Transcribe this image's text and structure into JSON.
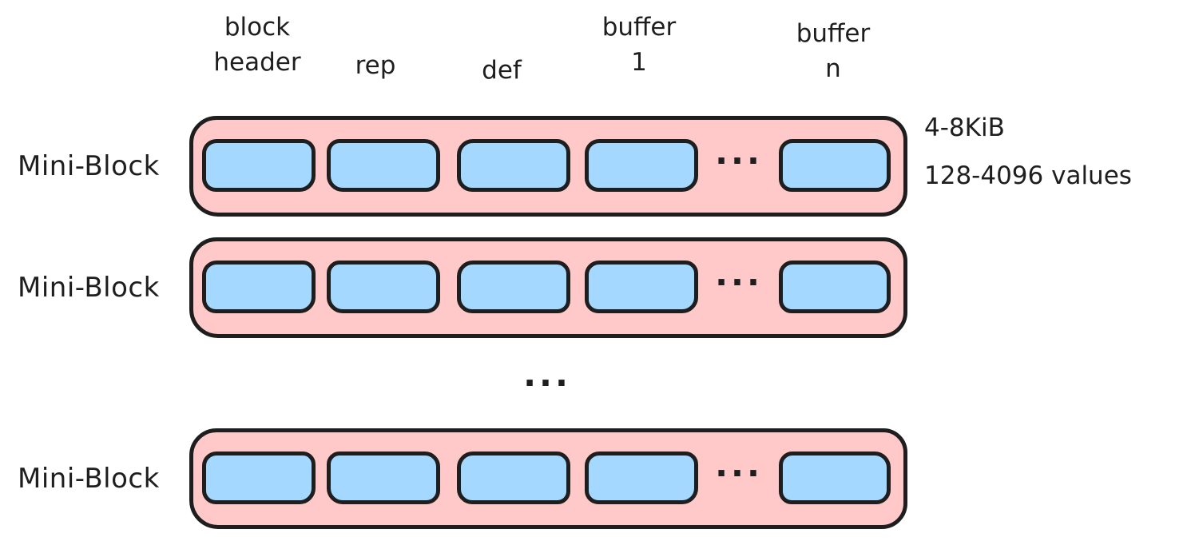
{
  "colors": {
    "background": "#ffffff",
    "mini_block_fill": "#ffc9c9",
    "buffer_fill": "#a5d8ff",
    "stroke": "#1e1e1e"
  },
  "column_headers": [
    {
      "label": "block\nheader"
    },
    {
      "label": "rep"
    },
    {
      "label": "def"
    },
    {
      "label": "buffer\n1"
    },
    {
      "label": "buffer\nn"
    }
  ],
  "rows": [
    {
      "label": "Mini-Block",
      "ellipsis": "..."
    },
    {
      "label": "Mini-Block",
      "ellipsis": "..."
    },
    {
      "label": "Mini-Block",
      "ellipsis": "..."
    }
  ],
  "rows_ellipsis": "...",
  "annotations": {
    "size": "4-8KiB",
    "values": "128-4096 values"
  }
}
